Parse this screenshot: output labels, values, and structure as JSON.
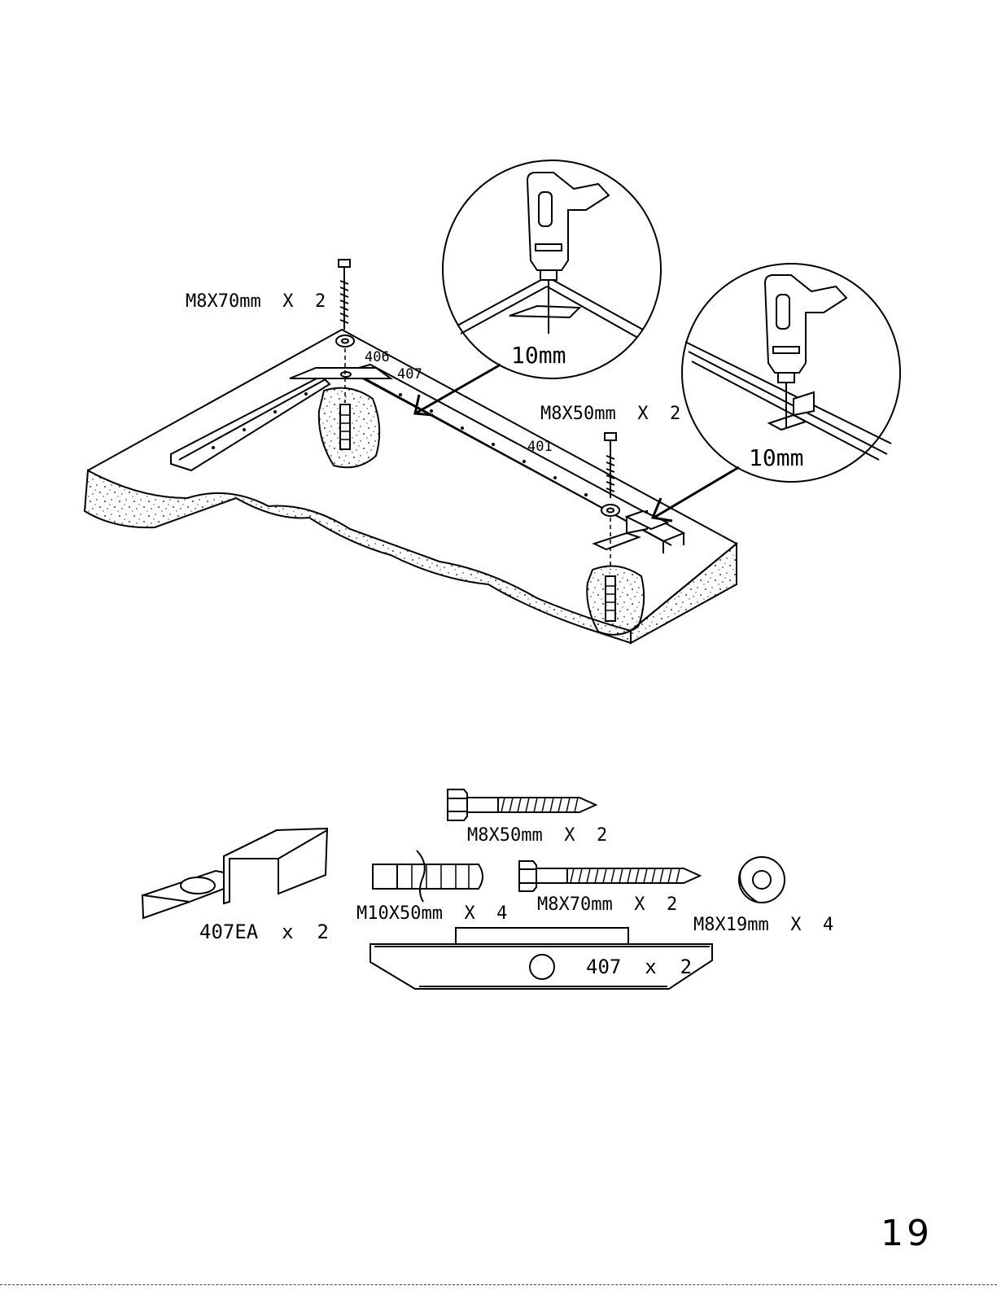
{
  "diagram": {
    "callouts": {
      "long_screw": "M8X70mm  X  2",
      "short_screw": "M8X50mm  X  2",
      "part_406": "406",
      "part_407": "407",
      "part_401": "401",
      "drill_left_size": "10mm",
      "drill_right_size": "10mm"
    }
  },
  "parts": {
    "short_screw": "M8X50mm  X  2",
    "bracket_ea": "407EA  x  2",
    "anchor": "M10X50mm  X  4",
    "long_screw": "M8X70mm  X  2",
    "washer": "M8X19mm  X  4",
    "plate_407": "407  x  2"
  },
  "page_number": "19"
}
